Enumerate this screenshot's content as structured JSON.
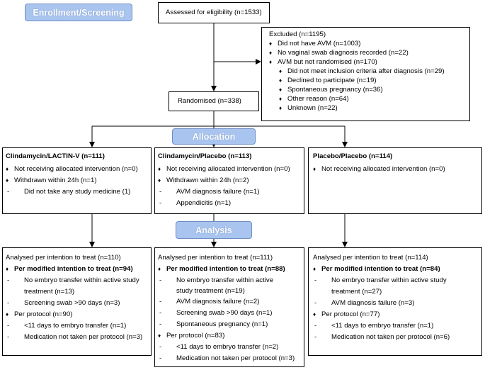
{
  "stages": {
    "enrollment": "Enrollment/Screening",
    "allocation": "Allocation",
    "analysis": "Analysis"
  },
  "assessed": "Assessed for eligibility (n=1533)",
  "excluded": {
    "title": "Excluded (n=1195)",
    "items": [
      "Did not have AVM (n=1003)",
      "No vaginal swab diagnosis recorded (n=22)",
      "AVM but not randomised (n=170)"
    ],
    "subitems": [
      "Did not meet inclusion criteria after diagnosis (n=29)",
      "Declined to participate (n=19)",
      "Spontaneous pregnancy (n=36)",
      "Other reason (n=64)",
      "Unknown (n=22)"
    ]
  },
  "randomised": "Randomised (n=338)",
  "arms": [
    {
      "title": "Clindamycin/LACTIN-V (n=111)",
      "alloc": [
        {
          "m": "♦",
          "t": "Not receiving allocated intervention (n=0)"
        },
        {
          "m": "♦",
          "t": "Withdrawn within 24h (n=1)"
        },
        {
          "m": "-",
          "t": "Did not take any study medicine (1)"
        }
      ],
      "analysis": [
        {
          "m": "",
          "t": "Analysed per intention to treat (n=110)",
          "b": false
        },
        {
          "m": "♦",
          "t": "Per modified intention to treat (n=94)",
          "b": true
        },
        {
          "m": "-",
          "t": "No embryo transfer within active study",
          "b": false
        },
        {
          "m": "",
          "t": "treatment (n=13)",
          "b": false
        },
        {
          "m": "-",
          "t": "Screening swab >90 days (n=3)",
          "b": false
        },
        {
          "m": "♦",
          "t": "Per protocol (n=90)",
          "b": false
        },
        {
          "m": "-",
          "t": "<11 days to embryo transfer (n=1)",
          "b": false
        },
        {
          "m": "-",
          "t": "Medication not taken per protocol (n=3)",
          "b": false
        }
      ]
    },
    {
      "title": "Clindamycin/Placebo (n=113)",
      "alloc": [
        {
          "m": "♦",
          "t": "Not receiving allocated intervention (n=0)"
        },
        {
          "m": "♦",
          "t": "Withdrawn within 24h (n=2)"
        },
        {
          "m": "-",
          "t": "AVM diagnosis failure (n=1)"
        },
        {
          "m": "-",
          "t": "Appendicitis (n=1)"
        }
      ],
      "analysis": [
        {
          "m": "",
          "t": "Analysed per intention to treat (n=111)",
          "b": false
        },
        {
          "m": "♦",
          "t": "Per modified intention to treat (n=88)",
          "b": true
        },
        {
          "m": "-",
          "t": "No embryo transfer within active",
          "b": false
        },
        {
          "m": "",
          "t": "study treatment (n=19)",
          "b": false
        },
        {
          "m": "-",
          "t": "AVM diagnosis failure (n=2)",
          "b": false
        },
        {
          "m": "-",
          "t": "Screening swab >90 days (n=1)",
          "b": false
        },
        {
          "m": "-",
          "t": "Spontaneous pregnancy (n=1)",
          "b": false
        },
        {
          "m": "♦",
          "t": "Per protocol (n=83)",
          "b": false
        },
        {
          "m": "-",
          "t": "<11 days to embryo transfer (n=2)",
          "b": false
        },
        {
          "m": "-",
          "t": "Medication not taken per protocol (n=3)",
          "b": false
        }
      ]
    },
    {
      "title": "Placebo/Placebo (n=114)",
      "alloc": [
        {
          "m": "♦",
          "t": "Not receiving allocated intervention (n=0)"
        }
      ],
      "analysis": [
        {
          "m": "",
          "t": "Analysed per intention to treat (n=114)",
          "b": false
        },
        {
          "m": "♦",
          "t": "Per modified intention to treat (n=84)",
          "b": true
        },
        {
          "m": "-",
          "t": "No embryo transfer within active study",
          "b": false
        },
        {
          "m": "",
          "t": "treatment (n=27)",
          "b": false
        },
        {
          "m": "-",
          "t": "AVM diagnosis failure (n=3)",
          "b": false
        },
        {
          "m": "♦",
          "t": "Per protocol (n=77)",
          "b": false
        },
        {
          "m": "-",
          "t": "<11 days to embryo transfer (n=1)",
          "b": false
        },
        {
          "m": "-",
          "t": "Medication not taken per protocol (n=6)",
          "b": false
        }
      ]
    }
  ]
}
